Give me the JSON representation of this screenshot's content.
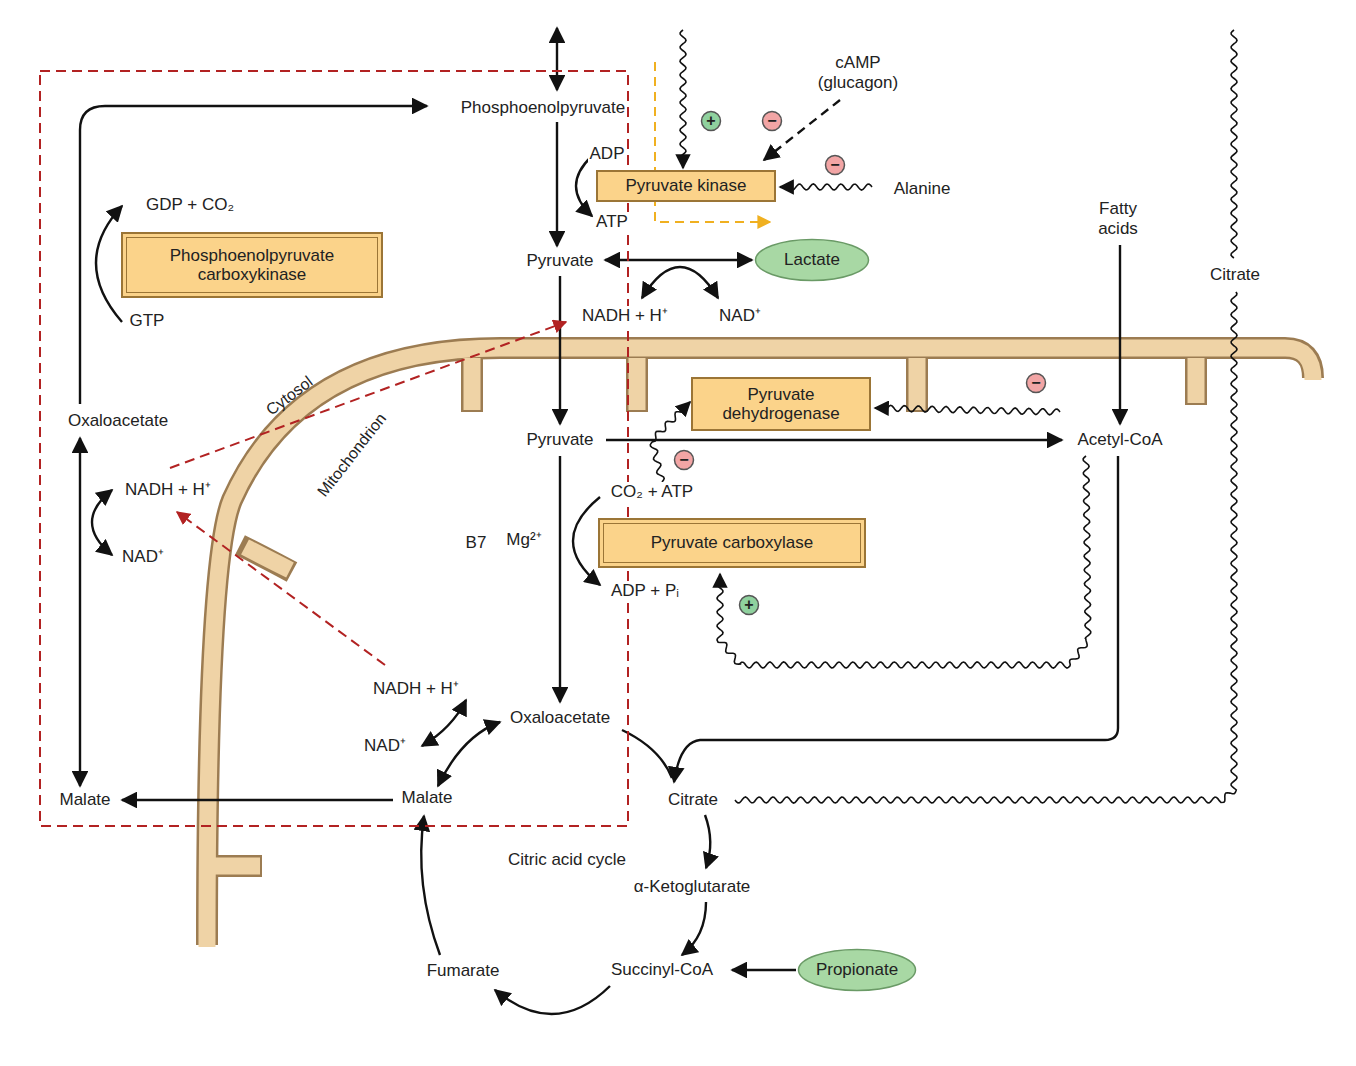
{
  "diagram": {
    "nodes": [
      {
        "text": [
          "Phosphoenolpyruvate carboxykinase"
        ]
      },
      {
        "text": [
          "Pyruvate kinase"
        ]
      },
      {
        "text": [
          "Pyruvate dehydrogenase"
        ]
      },
      {
        "text": [
          "Pyruvate carboxylase"
        ]
      },
      {
        "text": [
          "Lactate"
        ]
      },
      {
        "text": [
          "Propionate"
        ]
      },
      {
        "text": [
          "+"
        ]
      },
      {
        "text": [
          "−"
        ]
      },
      {
        "text": [
          "−"
        ]
      },
      {
        "text": [
          "−"
        ]
      },
      {
        "text": [
          "−"
        ]
      },
      {
        "text": [
          "+"
        ]
      }
    ],
    "labels": [
      "Phosphoenolpyruvate",
      "ADP",
      "ATP",
      "Pyruvate",
      "NADH + H⁺",
      "NAD⁺",
      "cAMP (glucagon)",
      "Alanine",
      "Fatty acids",
      "Citrate",
      "GDP + CO₂",
      "GTP",
      "Oxaloacetate",
      "NADH + H⁺",
      "NAD⁺",
      "Cytosol",
      "Mitochondrion",
      "Pyruvate",
      "Acetyl-CoA",
      "CO₂ + ATP",
      "B7",
      "Mg²⁺",
      "ADP + Pᵢ",
      "NADH + H⁺",
      "NAD⁺",
      "Oxaloacetate",
      "Malate",
      "Malate",
      "Citrate",
      "Citric acid cycle",
      "α-Ketoglutarate",
      "Succinyl-CoA",
      "Fumarate"
    ]
  }
}
